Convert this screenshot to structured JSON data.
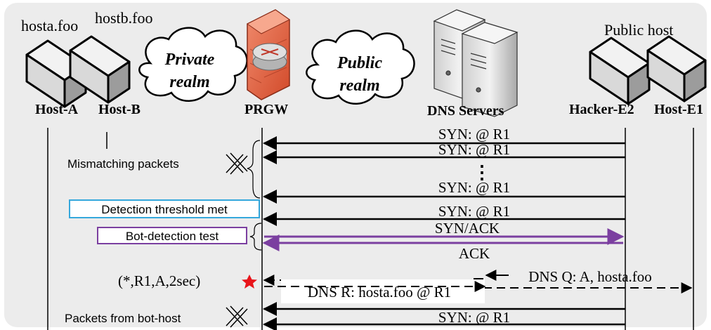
{
  "top_labels": {
    "hosta_domain": "hosta.foo",
    "hostb_domain": "hostb.foo",
    "public_host": "Public host"
  },
  "clouds": {
    "private_line1": "Private",
    "private_line2": "realm",
    "public_line1": "Public",
    "public_line2": "realm"
  },
  "entities": {
    "host_a": "Host-A",
    "host_b": "Host-B",
    "prgw": "PRGW",
    "dns_servers": "DNS Servers",
    "hacker_e2": "Hacker-E2",
    "host_e1": "Host-E1"
  },
  "messages": {
    "syn_1": "SYN: @ R1",
    "syn_2": "SYN: @ R1",
    "ellipsis": "⋮",
    "syn_3": "SYN: @ R1",
    "syn_4": "SYN: @ R1",
    "synack": "SYN/ACK",
    "ack": "ACK",
    "dns_q": "DNS Q: A, hosta.foo",
    "dns_r": "DNS R: hosta.foo @ R1",
    "syn_5": "SYN: @ R1"
  },
  "annotations": {
    "mismatching": "Mismatching packets",
    "detection_threshold": "Detection threshold met",
    "bot_test": "Bot-detection test",
    "tuple": "(*,R1,A,2sec)",
    "packets_bot": "Packets from bot-host"
  },
  "colors": {
    "background": "#ececec",
    "detection_box_border": "#35a8dc",
    "bot_test_box_border": "#7b3fa0",
    "handshake_arrow": "#7b3fa0",
    "star": "#e8141a",
    "firewall": "#e86a4a"
  }
}
